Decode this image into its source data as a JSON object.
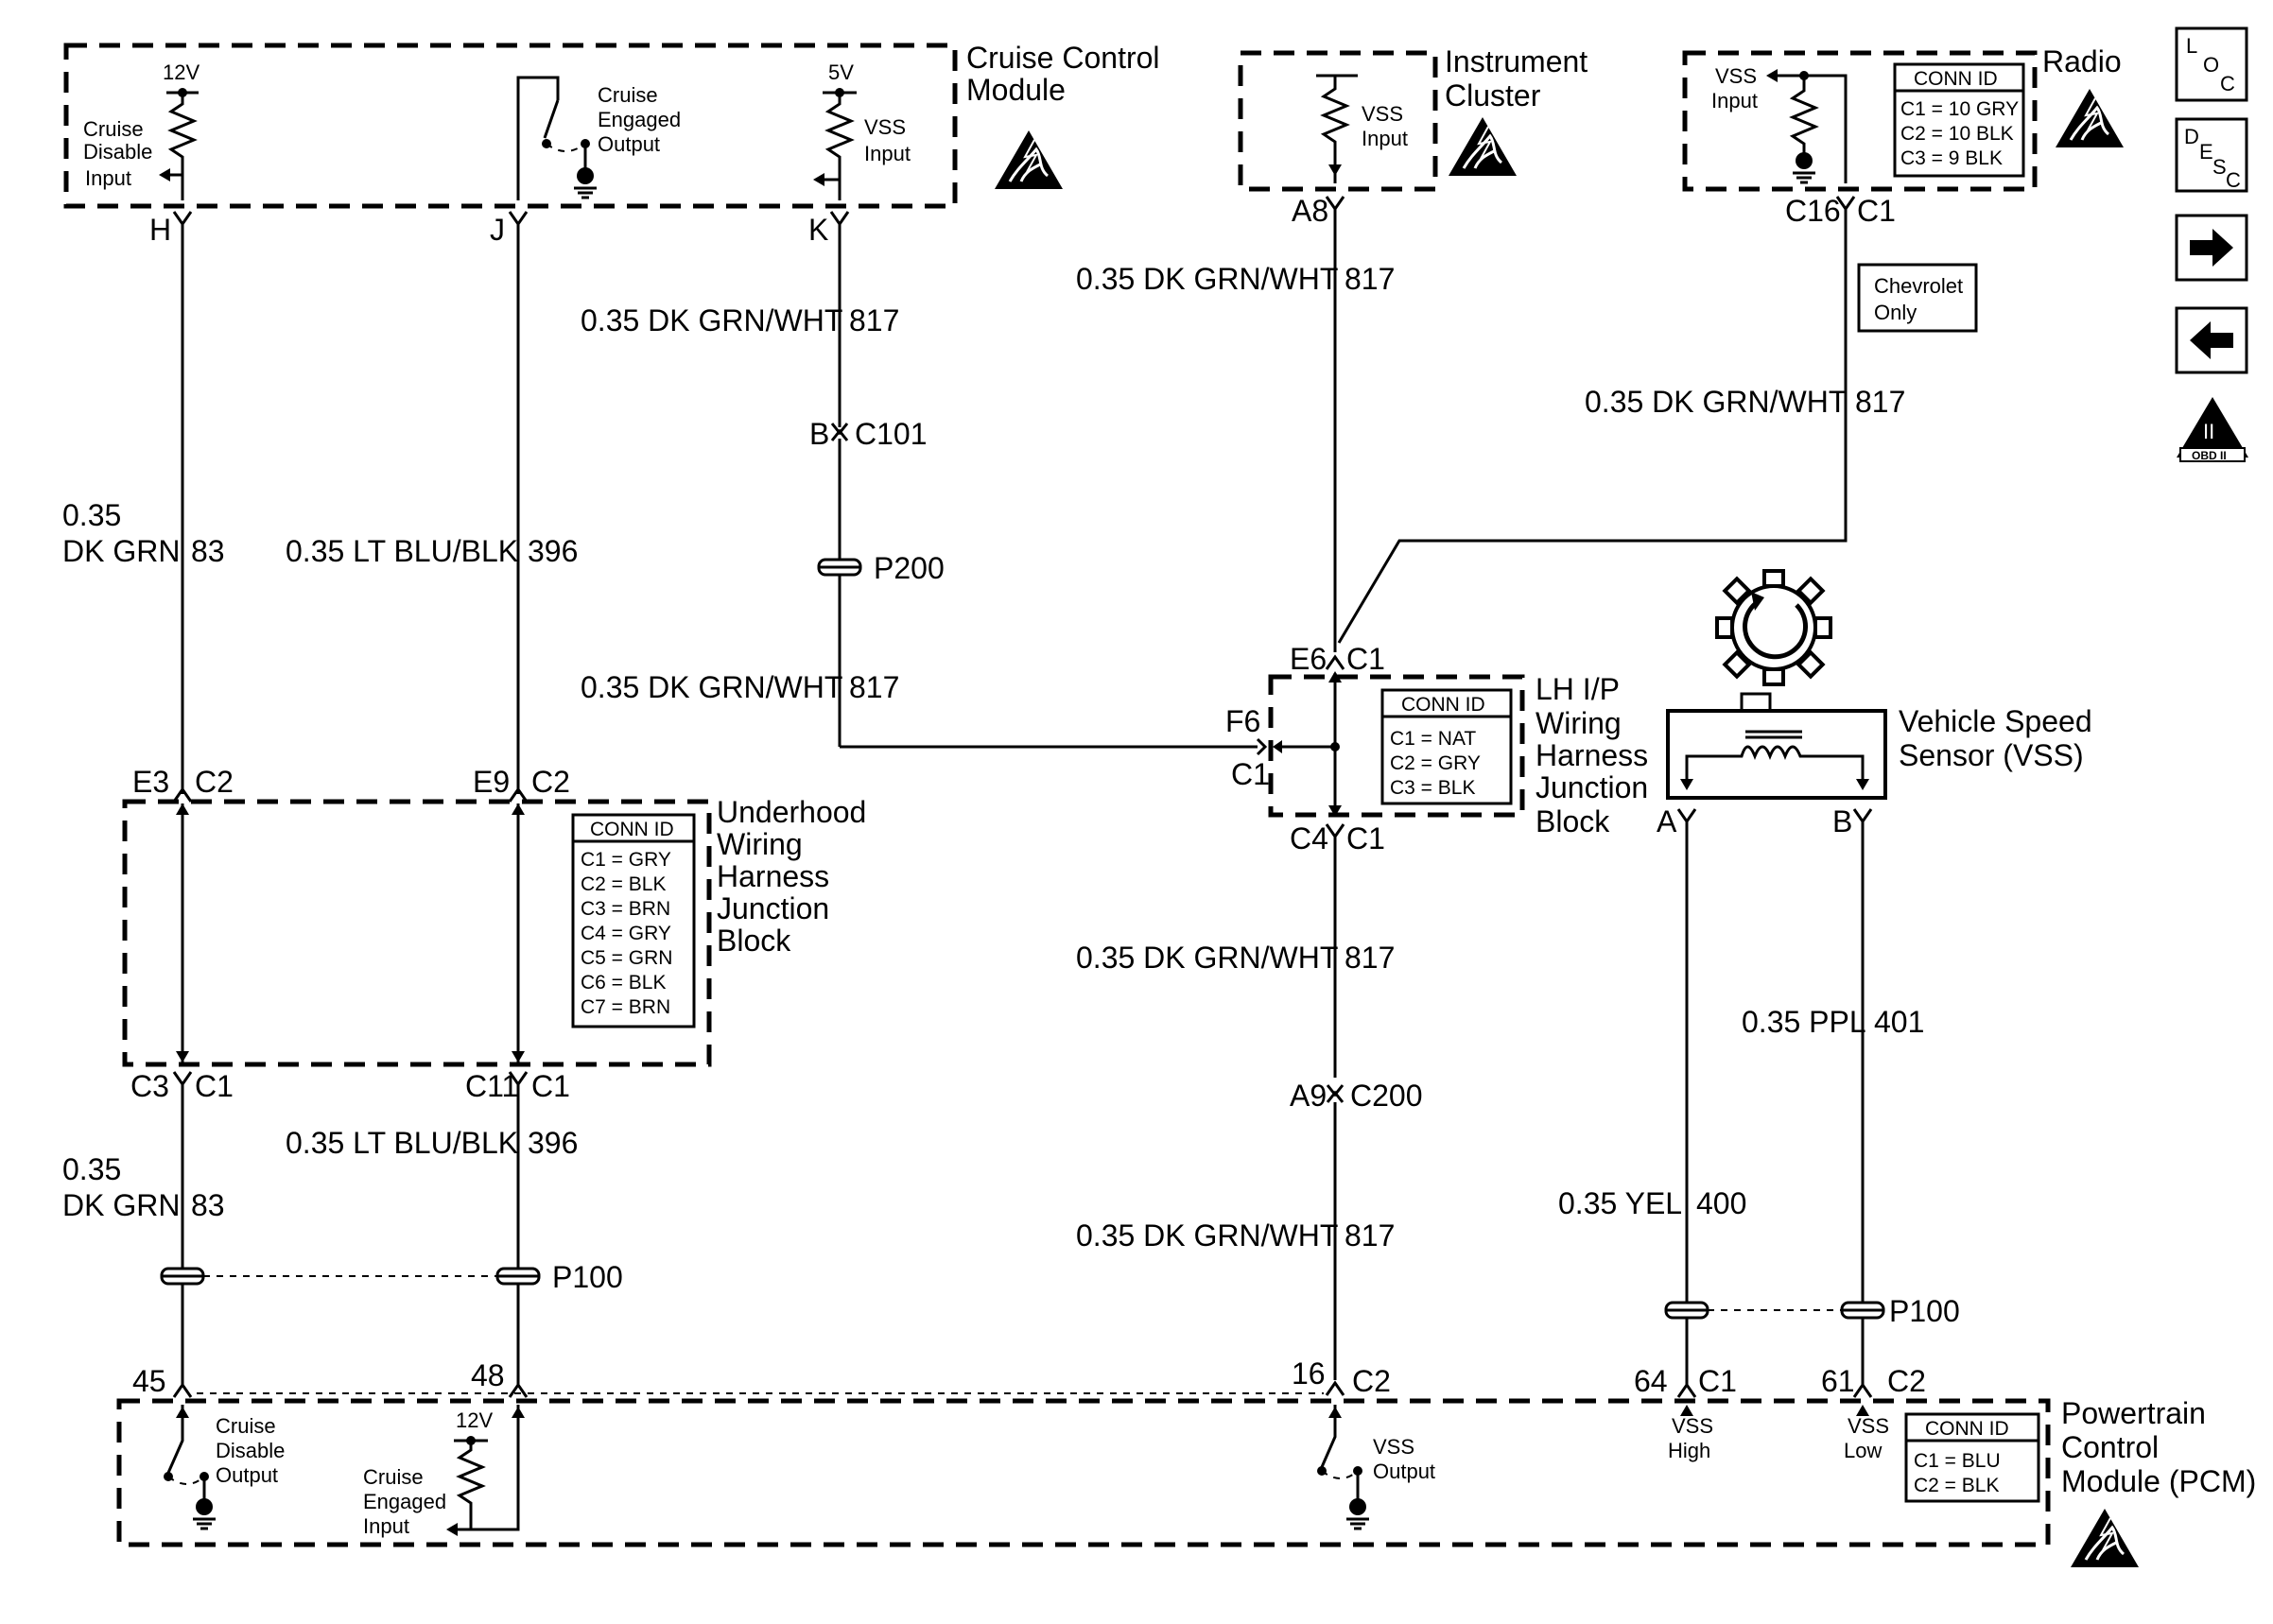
{
  "modules": {
    "cruise": {
      "title1": "Cruise Control",
      "title2": "Module",
      "left_input": [
        "Cruise",
        "Disable",
        "Input"
      ],
      "mid_output": [
        "Cruise",
        "Engaged",
        "Output"
      ],
      "right_input": [
        "VSS",
        "Input"
      ],
      "v12": "12V",
      "v5": "5V"
    },
    "instrument": {
      "title1": "Instrument",
      "title2": "Cluster",
      "input": [
        "VSS",
        "Input"
      ]
    },
    "radio": {
      "title": "Radio",
      "input": [
        "VSS",
        "Input"
      ],
      "conn_id_header": "CONN ID",
      "conn": [
        "C1 = 10 GRY",
        "C2 = 10 BLK",
        "C3 = 9 BLK"
      ]
    },
    "underhood": {
      "title": [
        "Underhood",
        "Wiring",
        "Harness",
        "Junction",
        "Block"
      ],
      "conn_id_header": "CONN ID",
      "conn": [
        "C1 = GRY",
        "C2 = BLK",
        "C3 = BRN",
        "C4 = GRY",
        "C5 = GRN",
        "C6 = BLK",
        "C7 = BRN"
      ]
    },
    "lhip": {
      "title": [
        "LH I/P",
        "Wiring",
        "Harness",
        "Junction",
        "Block"
      ],
      "conn_id_header": "CONN ID",
      "conn": [
        "C1 = NAT",
        "C2 = GRY",
        "C3 = BLK"
      ]
    },
    "vss": {
      "title": [
        "Vehicle Speed",
        "Sensor (VSS)"
      ]
    },
    "pcm": {
      "title": [
        "Powertrain",
        "Control",
        "Module (PCM)"
      ],
      "cruise_disable_output": [
        "Cruise",
        "Disable",
        "Output"
      ],
      "cruise_engaged_input": [
        "Cruise",
        "Engaged",
        "Input"
      ],
      "vss_output": [
        "VSS",
        "Output"
      ],
      "vss_high": [
        "VSS",
        "High"
      ],
      "vss_low": [
        "VSS",
        "Low"
      ],
      "v12": "12V",
      "conn_id_header": "CONN ID",
      "conn": [
        "C1 = BLU",
        "C2 = BLK"
      ]
    },
    "chevrolet_note": [
      "Chevrolet",
      "Only"
    ]
  },
  "pins": {
    "H": "H",
    "J": "J",
    "K": "K",
    "A8": "A8",
    "C16": "C16",
    "C1": "C1",
    "B_C101": "B",
    "C101": "C101",
    "P200": "P200",
    "E6": "E6",
    "F6": "F6",
    "C4": "C4",
    "E3": "E3",
    "C2": "C2",
    "E9": "E9",
    "C3": "C3",
    "C11": "C11",
    "P100": "P100",
    "A9": "A9",
    "C200": "C200",
    "A": "A",
    "B": "B",
    "p45": "45",
    "p48": "48",
    "p16": "16",
    "p64": "64",
    "p61": "61"
  },
  "wires": {
    "dkgrnwht": "0.35 DK GRN/WHT",
    "c817": "817",
    "dkgrn_a": "0.35",
    "dkgrn_b": "DK GRN",
    "c83": "83",
    "ltblu": "0.35 LT BLU/BLK",
    "c396": "396",
    "ppl": "0.35 PPL",
    "c401": "401",
    "yel": "0.35 YEL",
    "c400": "400"
  },
  "side_icons": {
    "loc": [
      "L",
      "O",
      "C"
    ],
    "desc": [
      "D",
      "E",
      "S",
      "C"
    ],
    "obd": "OBD II",
    "obd_roman": "II"
  }
}
